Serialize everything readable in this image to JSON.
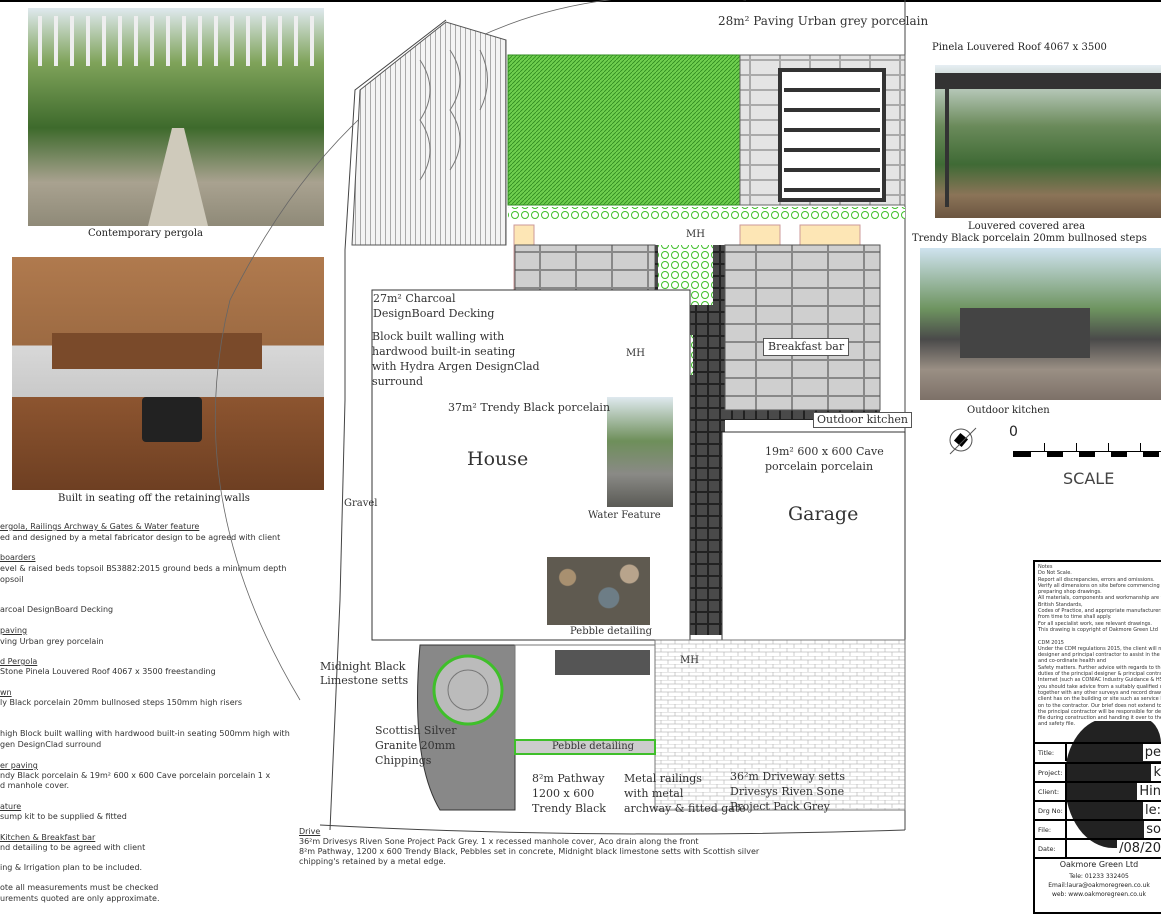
{
  "photos": {
    "pergola": "Contemporary pergola",
    "seating": "Built in seating off the retaining walls",
    "louvered_title": "Pinela Louvered Roof 4067 x 3500",
    "louvered": "Louvered covered area",
    "steps": "Trendy Black porcelain 20mm bullnosed steps",
    "kitchen": "Outdoor kitchen"
  },
  "plan": {
    "top_paving": "28m² Paving Urban grey porcelain",
    "decking": [
      "27m² Charcoal",
      "DesignBoard Decking"
    ],
    "walling": [
      "Block built walling with",
      "hardwood built-in seating",
      "with Hydra Argen DesignClad",
      "surround"
    ],
    "patio": "37m² Trendy Black porcelain",
    "house": "House",
    "cave": [
      "19m² 600 x 600 Cave",
      "porcelain porcelain"
    ],
    "garage": "Garage",
    "breakfast": "Breakfast bar",
    "outdoor_kitchen": "Outdoor kitchen",
    "water": "Water Feature",
    "gravel": "Gravel",
    "pebble1": "Pebble detailing",
    "pebble2": "Pebble detailing",
    "mh": "MH",
    "limestone": [
      "Midnight Black",
      "Limestone setts"
    ],
    "granite": [
      "Scottish Silver",
      "Granite 20mm",
      "Chippings"
    ],
    "pathway": [
      "8²m Pathway",
      "1200 x 600",
      "Trendy Black"
    ],
    "railings": [
      "Metal railings",
      "with metal",
      "archway & fitted gate"
    ],
    "driveway": [
      "36²m Driveway setts",
      "Drivesys Riven Sone",
      "Project Pack Grey"
    ]
  },
  "scale": {
    "zero": "0",
    "label": "SCALE"
  },
  "notes": [
    {
      "t": "ergola, Railings Archway & Gates & Water feature",
      "h": true
    },
    {
      "t": "ed and designed by a metal fabricator design to be agreed with client"
    },
    {
      "t": "boarders",
      "h": true
    },
    {
      "t": "evel & raised beds topsoil BS3882:2015 ground beds a minimum depth"
    },
    {
      "t": "opsoil"
    },
    {
      "t": "arcoal DesignBoard Decking"
    },
    {
      "t": "paving",
      "h": true
    },
    {
      "t": "ving Urban grey porcelain"
    },
    {
      "t": "d Pergola",
      "h": true
    },
    {
      "t": "Stone Pinela Louvered Roof 4067 x 3500 freestanding"
    },
    {
      "t": "wn",
      "h": true
    },
    {
      "t": "ly Black porcelain 20mm bullnosed steps 150mm high risers"
    },
    {
      "t": "high Block built walling with hardwood built-in seating 500mm high with"
    },
    {
      "t": "gen DesignClad surround"
    },
    {
      "t": "er paving",
      "h": true
    },
    {
      "t": "ndy Black porcelain & 19m² 600 x 600 Cave porcelain porcelain 1 x"
    },
    {
      "t": "d manhole cover."
    },
    {
      "t": "ature",
      "h": true
    },
    {
      "t": "sump kit to be supplied & fitted"
    },
    {
      "t": "Kitchen & Breakfast bar",
      "h": true
    },
    {
      "t": "nd detailing to be agreed with client"
    },
    {
      "t": "ing & Irrigation plan to be included."
    },
    {
      "t": "ote all measurements must be checked"
    },
    {
      "t": "urements quoted are only approximate."
    }
  ],
  "drive": {
    "heading": "Drive",
    "lines": [
      "36²m Drivesys Riven Sone Project Pack Grey. 1 x recessed manhole cover, Aco drain along the front",
      "8²m Pathway, 1200 x 600 Trendy Black, Pebbles set in concrete, Midnight black limestone setts with Scottish silver",
      "chipping's  retained by a metal edge."
    ]
  },
  "titleblock": {
    "notes": [
      "Notes",
      "Do Not Scale.",
      "Report all discrepancies, errors and omissions.",
      "Verify all dimensions on site before commencing a",
      "preparing shop drawings.",
      "All materials, components and workmanship are to",
      "British Standards,",
      "Codes of Practice, and appropriate manufacturers",
      "from time to time shall apply.",
      "For all specialist work, see relevant drawings.",
      "This drawing is copyright of Oakmore Green Ltd",
      "",
      "CDM 2015",
      "Under the CDM regulations 2015, the client will nee",
      "designer and principal contractor to assist in the he",
      "and co-ordinate health and",
      "Safety matters. Further advice with regards to the c",
      "duties of the principal designer & principal contract",
      "Internet (such as CONIAC Industry Guidance & HS",
      "you should take advice from a suitably qualified co",
      "together with any other surveys and record drawing",
      "client has on the building or site such as service lo",
      "on to the contractor. Our brief does not extend to p",
      "the principal contractor will be responsible for deve",
      "file during construction and handing it over to the c",
      "and safety file."
    ],
    "rows": [
      {
        "k": "Title:",
        "v": "pe"
      },
      {
        "k": "Project:",
        "v": "k"
      },
      {
        "k": "Client:",
        "v": "Hin"
      },
      {
        "k": "Drg No:",
        "v": "le:"
      },
      {
        "k": "File:",
        "v": "so"
      },
      {
        "k": "Date:",
        "v": "/08/20"
      }
    ],
    "company": "Oakmore Green Ltd",
    "tel": "Tele: 01233 332405",
    "email": "Email:laura@oakmoregreen.co.uk",
    "web": "web: www.oakmoregreen.co.uk"
  }
}
